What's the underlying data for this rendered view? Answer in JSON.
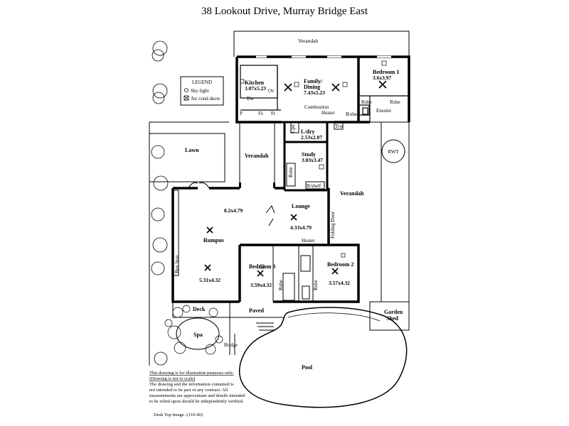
{
  "title": "38 Lookout Drive,  Murray Bridge East",
  "legend": {
    "heading": "LEGEND",
    "items": [
      {
        "label": "Sky light",
        "icon": "skylight-icon"
      },
      {
        "label": "Air cond ducts",
        "icon": "air-duct-icon"
      }
    ]
  },
  "rooms": {
    "verandah_top": "Verandah",
    "kitchen_name": "Kitchen",
    "kitchen_dim": "3.07x5.23",
    "family_name": "Family/",
    "family_name2": "Dining",
    "family_dim": "7.43x5.23",
    "bed1_name": "Bedroom 1",
    "bed1_dim": "3.6x3.97",
    "robe_b1a": "Robe",
    "robe_b1b": "Robe",
    "ensuite": "Ensuite",
    "combustion": "Combustion",
    "heater_top": "Heater",
    "bshelf_top": "B/shelf",
    "ldry_name": "L/dry",
    "ldry_dim": "2.53x2.07",
    "study_name": "Study",
    "study_dim": "3.03x3.47",
    "robe_study": "Robe",
    "bshelf_study": "B/shelf",
    "lawn": "Lawn",
    "verandah_mid": "Verandah",
    "verandah_right": "Verandah",
    "rwt": "RWT",
    "rumpus_name": "Rumpus",
    "rumpus_dim_top": "8.2x4.79",
    "rumpus_dim": "5.31x4.32",
    "lounge_name": "Lounge",
    "lounge_dim": "4.33x4.79",
    "folding_door": "Folding Door",
    "box_seat": "Box Seat",
    "heater_mid": "Heater",
    "bed3_name": "Bedroom 3",
    "bed3_dim": "3.59x4.32",
    "bed2_name": "Bedroom 2",
    "bed2_dim": "3.57x4.32",
    "robe_b3": "Robe",
    "robe_b2": "Robe",
    "deck": "Deck",
    "paved": "Paved",
    "garden_shed1": "Garden",
    "garden_shed2": "Shed",
    "spa": "Spa",
    "bridge": "Bridge",
    "pool": "Pool",
    "kitchen_p": "P",
    "kitchen_fs": "Fs",
    "kitchen_fr": "Fr",
    "kitchen_ov": "Ov",
    "kitchen_dw": "Dw",
    "ldry_cpd": "Cpd",
    "ldry_tro": "Trw"
  },
  "disclaimer": {
    "line1": "This drawing is for illustration purposes only.",
    "line2": "(Drawing is not to scale)",
    "line3": "The drawing and the information contained is",
    "line4": "not intended to be part of any contract.  All",
    "line5": "measurements are approximate and details intended",
    "line6": "to be relied upon should be independently verified."
  },
  "footer": "Desk Top Image -(110-40)"
}
